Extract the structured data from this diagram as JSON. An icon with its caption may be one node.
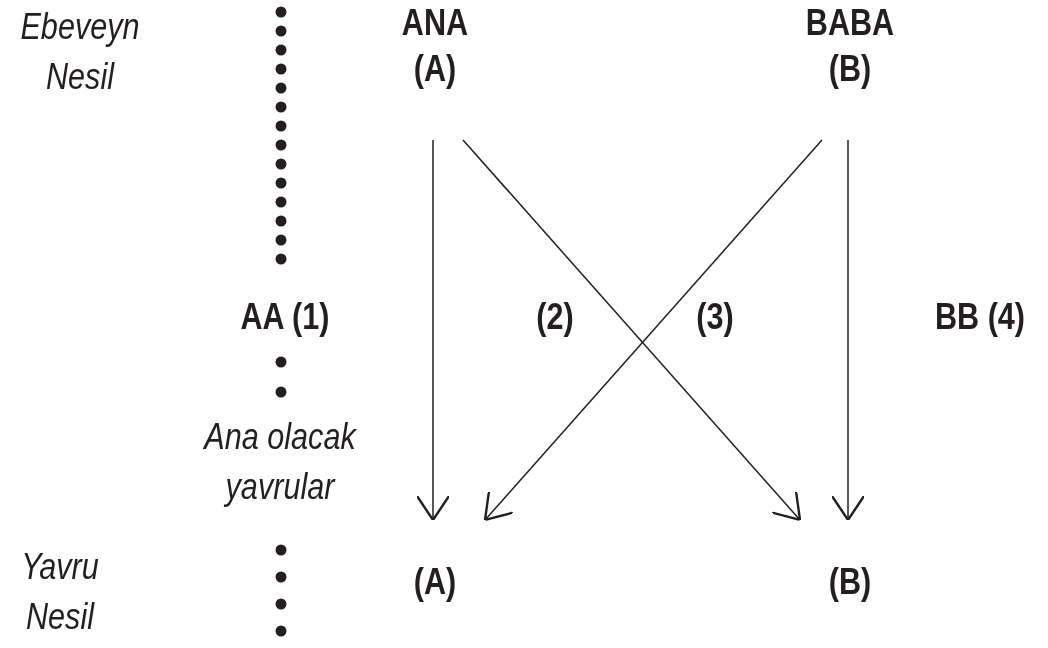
{
  "diagram": {
    "nodes": [
      {
        "text": [
          "ANA (A)"
        ]
      },
      {
        "text": [
          "BABA (B)"
        ]
      },
      {
        "text": [
          "(A)"
        ]
      },
      {
        "text": [
          "(B)"
        ]
      }
    ],
    "edges": [
      {
        "from": 0,
        "to": 2,
        "arrow": "to"
      },
      {
        "from": 0,
        "to": 3,
        "arrow": "to"
      },
      {
        "from": 1,
        "to": 2,
        "arrow": "to"
      },
      {
        "from": 1,
        "to": 3,
        "arrow": "to"
      }
    ],
    "labels": [
      "Ebeveyn Nesil",
      "AA (1)",
      "(2)",
      "(3)",
      "BB (4)",
      "Ana olacak yavrular",
      "Yavru Nesil"
    ]
  }
}
